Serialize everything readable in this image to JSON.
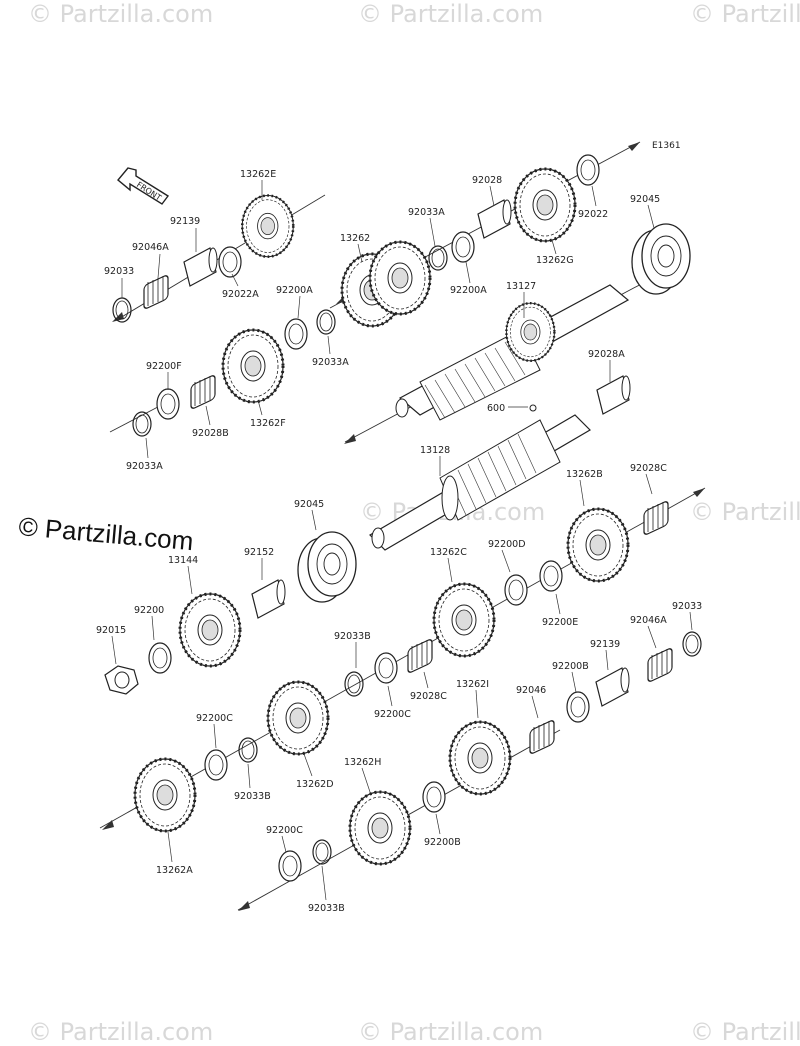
{
  "diagram": {
    "code": "E1361",
    "front_label": "FRONT",
    "brand": "© Partzilla.com",
    "watermark": "© Partzilla.com",
    "parts": [
      "92033",
      "92046A",
      "92139",
      "13262E",
      "92022A",
      "92033A",
      "13262",
      "92028",
      "92200A",
      "13262G",
      "92022",
      "92045",
      "13127",
      "92200A",
      "92033A",
      "92200F",
      "92028B",
      "13262F",
      "92028A",
      "92033A",
      "600",
      "13128",
      "92045",
      "13262B",
      "92028C",
      "92152",
      "13144",
      "92200D",
      "13262C",
      "92200E",
      "92200",
      "92015",
      "92033B",
      "92200C",
      "92028C",
      "92033",
      "92139",
      "92046A",
      "92200B",
      "13262I",
      "92046",
      "92200C",
      "92033B",
      "13262D",
      "13262H",
      "92200B",
      "13262A",
      "92200C",
      "92033B"
    ]
  }
}
